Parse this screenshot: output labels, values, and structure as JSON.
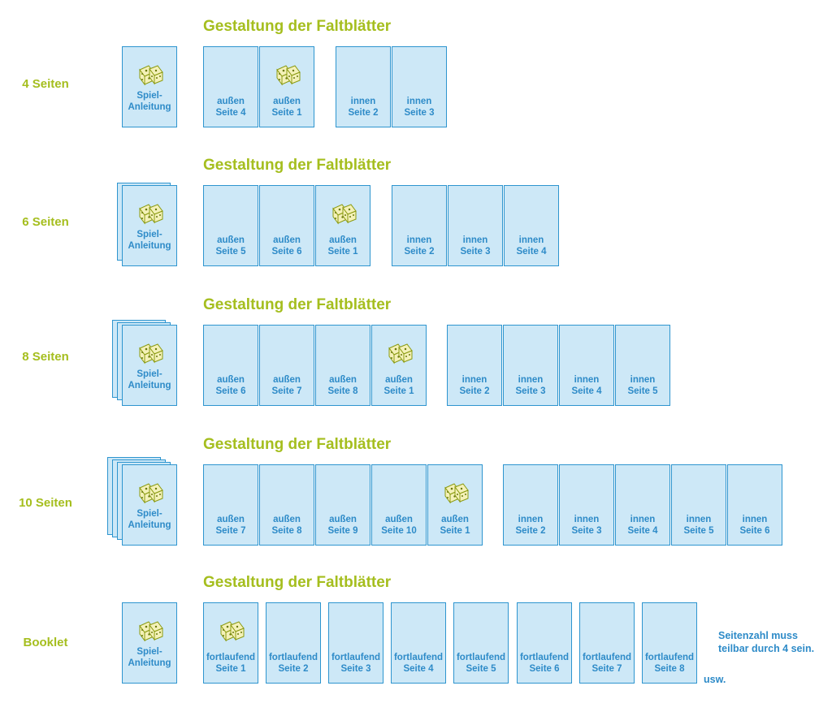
{
  "heading": "Gestaltung der Faltblätter",
  "cover": {
    "line1": "Spiel-",
    "line2": "Anleitung"
  },
  "rows": [
    {
      "label": "4 Seiten",
      "outer": [
        {
          "l1": "außen",
          "l2": "Seite 4",
          "dice": false
        },
        {
          "l1": "außen",
          "l2": "Seite 1",
          "dice": true
        }
      ],
      "inner": [
        {
          "l1": "innen",
          "l2": "Seite 2"
        },
        {
          "l1": "innen",
          "l2": "Seite 3"
        }
      ]
    },
    {
      "label": "6 Seiten",
      "outer": [
        {
          "l1": "außen",
          "l2": "Seite 5",
          "dice": false
        },
        {
          "l1": "außen",
          "l2": "Seite 6",
          "dice": false
        },
        {
          "l1": "außen",
          "l2": "Seite 1",
          "dice": true
        }
      ],
      "inner": [
        {
          "l1": "innen",
          "l2": "Seite 2"
        },
        {
          "l1": "innen",
          "l2": "Seite 3"
        },
        {
          "l1": "innen",
          "l2": "Seite 4"
        }
      ]
    },
    {
      "label": "8 Seiten",
      "outer": [
        {
          "l1": "außen",
          "l2": "Seite 6",
          "dice": false
        },
        {
          "l1": "außen",
          "l2": "Seite 7",
          "dice": false
        },
        {
          "l1": "außen",
          "l2": "Seite 8",
          "dice": false
        },
        {
          "l1": "außen",
          "l2": "Seite 1",
          "dice": true
        }
      ],
      "inner": [
        {
          "l1": "innen",
          "l2": "Seite 2"
        },
        {
          "l1": "innen",
          "l2": "Seite 3"
        },
        {
          "l1": "innen",
          "l2": "Seite 4"
        },
        {
          "l1": "innen",
          "l2": "Seite 5"
        }
      ]
    },
    {
      "label": "10 Seiten",
      "outer": [
        {
          "l1": "außen",
          "l2": "Seite 7",
          "dice": false
        },
        {
          "l1": "außen",
          "l2": "Seite 8",
          "dice": false
        },
        {
          "l1": "außen",
          "l2": "Seite 9",
          "dice": false
        },
        {
          "l1": "außen",
          "l2": "Seite 10",
          "dice": false
        },
        {
          "l1": "außen",
          "l2": "Seite 1",
          "dice": true
        }
      ],
      "inner": [
        {
          "l1": "innen",
          "l2": "Seite 2"
        },
        {
          "l1": "innen",
          "l2": "Seite 3"
        },
        {
          "l1": "innen",
          "l2": "Seite 4"
        },
        {
          "l1": "innen",
          "l2": "Seite 5"
        },
        {
          "l1": "innen",
          "l2": "Seite 6"
        }
      ]
    },
    {
      "label": "Booklet",
      "outer": [
        {
          "l1": "fortlaufend",
          "l2": "Seite 1",
          "dice": true
        },
        {
          "l1": "fortlaufend",
          "l2": "Seite 2",
          "dice": false
        },
        {
          "l1": "fortlaufend",
          "l2": "Seite 3",
          "dice": false
        },
        {
          "l1": "fortlaufend",
          "l2": "Seite 4",
          "dice": false
        },
        {
          "l1": "fortlaufend",
          "l2": "Seite 5",
          "dice": false
        },
        {
          "l1": "fortlaufend",
          "l2": "Seite 6",
          "dice": false
        },
        {
          "l1": "fortlaufend",
          "l2": "Seite 7",
          "dice": false
        },
        {
          "l1": "fortlaufend",
          "l2": "Seite 8",
          "dice": false
        }
      ],
      "inner": []
    }
  ],
  "note": {
    "line1": "Seitenzahl muss",
    "line2": "teilbar durch 4 sein."
  },
  "usw": "usw.",
  "colors": {
    "accent_green": "#a5be1e",
    "panel_fill": "#cde8f7",
    "panel_border": "#2e95cf",
    "text_blue": "#2e8bc8"
  }
}
